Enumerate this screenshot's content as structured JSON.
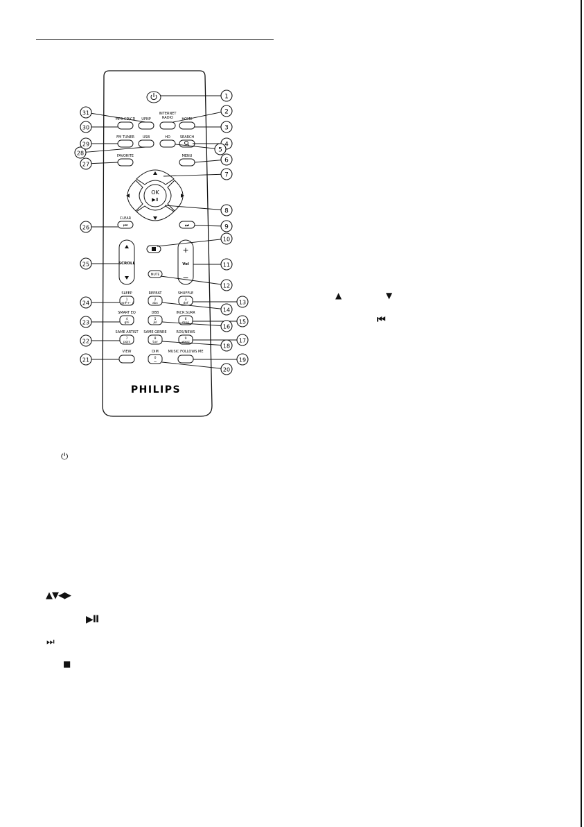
{
  "brand": "PHILIPS",
  "remote": {
    "buttons": {
      "power": "",
      "upnp": "UPNP",
      "internet_radio_1": "INTERNET",
      "internet_radio_2": "RADIO",
      "mp3_cd": "MP3-CD/CD",
      "home": "HOME",
      "fm_tuner": "FM TUNER",
      "usb": "USB",
      "hd": "HD",
      "search": "SEARCH",
      "favorite": "FAVORITE",
      "menu": "MENU",
      "ok_label": "OK",
      "ok_symbol": "▶II",
      "clear": "CLEAR",
      "prev_symbol": "⏮",
      "next_symbol": "⏭",
      "stop_symbol": "■",
      "scroll": "SCROLL",
      "vol": "Vol",
      "vol_plus": "+",
      "vol_minus": "−",
      "mute": "MUTE",
      "sleep": "SLEEP",
      "repeat": "REPEAT",
      "shuffle": "SHUFFLE",
      "smart_eq": "SMART EQ",
      "dbb": "DBB",
      "incr_surr": "INCR.SURR",
      "same_artist": "SAME ARTIST",
      "same_genre": "SAME GENRE",
      "rds_news": "RDS/NEWS",
      "view": "VIEW",
      "dim": "DIM",
      "music_follows_me": "MUSIC FOLLOWS ME"
    },
    "keypad": [
      {
        "num": "1",
        "letters": ".@#+-_/"
      },
      {
        "num": "2",
        "letters": "abc"
      },
      {
        "num": "3",
        "letters": "def"
      },
      {
        "num": "4",
        "letters": "ghi"
      },
      {
        "num": "5",
        "letters": "jkl"
      },
      {
        "num": "6",
        "letters": "mno"
      },
      {
        "num": "7",
        "letters": "pqrs"
      },
      {
        "num": "8",
        "letters": "tuv"
      },
      {
        "num": "9",
        "letters": "wxyz"
      },
      {
        "num": "0",
        "letters": "⌴"
      }
    ],
    "callouts": [
      "1",
      "2",
      "3",
      "4",
      "5",
      "6",
      "7",
      "8",
      "9",
      "10",
      "11",
      "12",
      "13",
      "14",
      "15",
      "16",
      "17",
      "18",
      "19",
      "20",
      "21",
      "22",
      "23",
      "24",
      "25",
      "26",
      "27",
      "28",
      "29",
      "30",
      "31"
    ]
  },
  "list_symbols": {
    "power": "⏻",
    "arrows": "▲▼◀▶",
    "play_pause": "▶II",
    "next": "⏭",
    "stop": "■"
  },
  "right_symbols": {
    "up": "▲",
    "down": "▼",
    "prev": "⏮"
  }
}
